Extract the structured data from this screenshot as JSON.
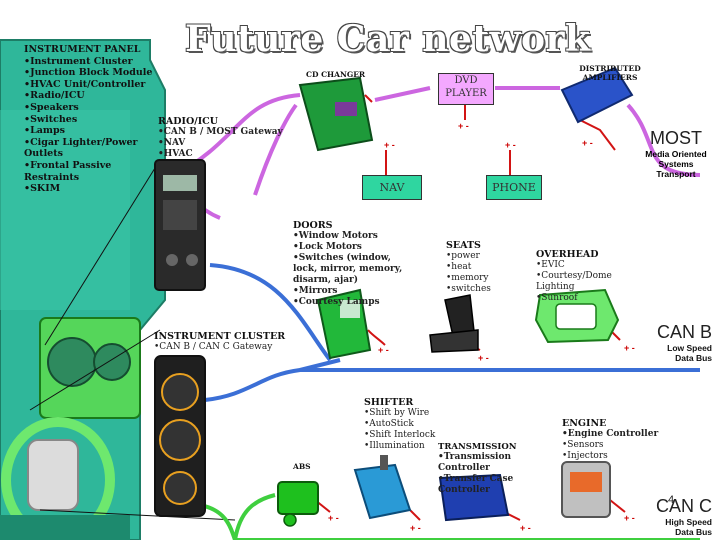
{
  "title": "Future Car network",
  "instrument_panel": {
    "header": "INSTRUMENT PANEL",
    "items": [
      "•Instrument Cluster",
      "•Junction Block Module",
      "•HVAC Unit/Controller",
      "•Radio/ICU",
      "•Speakers",
      "•Switches",
      "•Lamps",
      "•Cigar Lighter/Power Outlets",
      "•Frontal Passive Restraints",
      "•SKIM"
    ]
  },
  "cd_changer": "CD CHANGER",
  "dvd_player": "DVD PLAYER",
  "distributed_amplifiers": "DISTRIBUTED AMPLIFIERS",
  "radio": {
    "header": "RADIO/ICU",
    "items": [
      "•CAN B / MOST Gateway",
      "•NAV",
      "•HVAC"
    ]
  },
  "nav": "NAV",
  "phone": "PHONE",
  "most": {
    "label": "MOST",
    "sub1": "Media Oriented",
    "sub2": "Systems Transport"
  },
  "doors": {
    "header": "DOORS",
    "items": [
      "•Window Motors",
      "•Lock Motors",
      "•Switches (window, lock, mirror, memory, disarm, ajar)",
      "•Mirrors",
      "•Courtesy Lamps"
    ]
  },
  "seats": {
    "header": "SEATS",
    "items": [
      "•power",
      "•heat",
      "•memory",
      "•switches"
    ]
  },
  "overhead": {
    "header": "OVERHEAD",
    "items": [
      "•EVIC",
      "•Courtesy/Dome Lighting",
      "•Sunroof"
    ]
  },
  "instrument_cluster": {
    "header": "INSTRUMENT CLUSTER",
    "items": [
      "•CAN B / CAN C Gateway"
    ]
  },
  "can_b": {
    "label": "CAN B",
    "sub1": "Low Speed",
    "sub2": "Data Bus"
  },
  "shifter": {
    "header": "SHIFTER",
    "items": [
      "•Shift by Wire",
      "•AutoStick",
      "•Shift Interlock",
      "•Illumination"
    ]
  },
  "transmission": {
    "header": "TRANSMISSION",
    "items": [
      "•Transmission Controller",
      "•Transfer Case Controller"
    ]
  },
  "engine": {
    "header": "ENGINE",
    "items": [
      "•Engine Controller",
      "•Sensors",
      "•Injectors"
    ]
  },
  "abs": "ABS",
  "can_c": {
    "label": "CAN C",
    "sub1": "High Speed",
    "sub2": "Data Bus"
  },
  "page_number": "4",
  "power_symbol": "+ -",
  "colors": {
    "most_bus": "#cc66e0",
    "can_b_bus": "#3b6fd6",
    "can_c_bus": "#3fcf3f",
    "power_wire": "#d21414",
    "component_green": "#1ec01e",
    "dash_teal": "#2fb79a"
  }
}
